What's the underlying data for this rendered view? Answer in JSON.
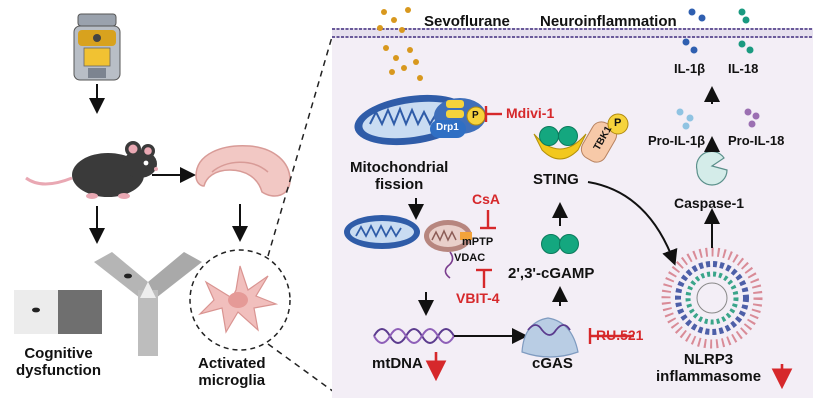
{
  "left_panel": {
    "cognitive_label": "Cognitive\ndysfunction",
    "microglia_label": "Activated\nmicroglia"
  },
  "right_panel": {
    "sevoflurane": "Sevoflurane",
    "neuroinflammation": "Neuroinflammation",
    "drp1": "Drp1",
    "p": "P",
    "mdivi": "Mdivi-1",
    "mito_fission": "Mitochondrial\nfission",
    "csa": "CsA",
    "mptp": "mPTP",
    "vdac": "VDAC",
    "vbit": "VBIT-4",
    "mtdna": "mtDNA",
    "sting": "STING",
    "tbk1": "TBK1",
    "cgamp": "2',3'-cGAMP",
    "cgas": "cGAS",
    "ru521": "RU.521",
    "il1b": "IL-1β",
    "il18": "IL-18",
    "pro_il1b": "Pro-IL-1β",
    "pro_il18": "Pro-IL-18",
    "caspase": "Caspase-1",
    "nlrp3": "NLRP3\ninflammasome"
  },
  "colors": {
    "background_panel": "#f3eef6",
    "membrane": "#6a5a9a",
    "inhibitor": "#d6282b",
    "mito_outer": "#2f5ca8",
    "sting_yellow": "#f2c81d",
    "sting_green": "#14a77f",
    "phosphate": "#f6d33c"
  }
}
